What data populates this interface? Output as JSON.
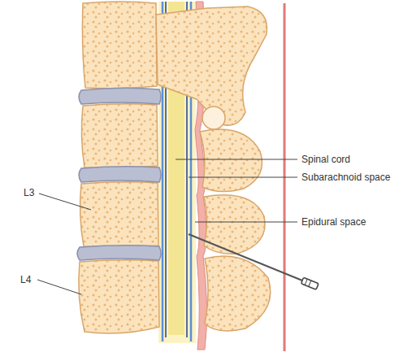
{
  "diagram": {
    "labels": [
      "Spinal cord",
      "Subarachnoid space",
      "L3",
      "Epidural space",
      "L4"
    ]
  }
}
